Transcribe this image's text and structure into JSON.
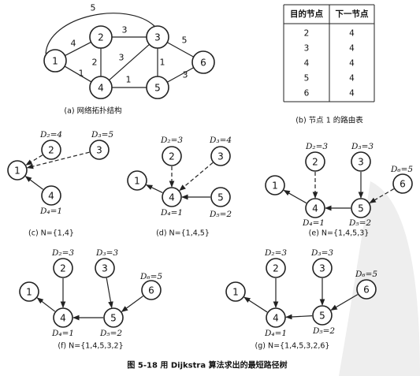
{
  "figure_caption": "图 5-18  用 Dijkstra 算法求出的最短路径树",
  "colors": {
    "ink": "#111111",
    "background": "#ffffff"
  },
  "panel_a": {
    "caption": "(a) 网络拓扑结构",
    "nodes": [
      "1",
      "2",
      "3",
      "4",
      "5",
      "6"
    ],
    "edges": [
      {
        "from": "1",
        "to": "2",
        "weight": "4"
      },
      {
        "from": "1",
        "to": "4",
        "weight": "1"
      },
      {
        "from": "1",
        "to": "3",
        "weight": "5"
      },
      {
        "from": "2",
        "to": "3",
        "weight": "3"
      },
      {
        "from": "2",
        "to": "4",
        "weight": "2"
      },
      {
        "from": "4",
        "to": "3",
        "weight": "3"
      },
      {
        "from": "4",
        "to": "5",
        "weight": "1"
      },
      {
        "from": "3",
        "to": "5",
        "weight": "1"
      },
      {
        "from": "3",
        "to": "6",
        "weight": "5"
      },
      {
        "from": "5",
        "to": "6",
        "weight": "3"
      }
    ]
  },
  "panel_b": {
    "caption": "(b) 节点 1 的路由表",
    "headers": [
      "目的节点",
      "下一节点"
    ],
    "rows": [
      [
        "2",
        "4"
      ],
      [
        "3",
        "4"
      ],
      [
        "4",
        "4"
      ],
      [
        "5",
        "4"
      ],
      [
        "6",
        "4"
      ]
    ]
  },
  "panel_c": {
    "caption": "(c) N={1,4}",
    "nodes": [
      "1",
      "2",
      "3",
      "4"
    ],
    "distances": {
      "2": "D₂=4",
      "3": "D₃=5",
      "4": "D₄=1"
    },
    "edges": [
      {
        "from": "2",
        "to": "1",
        "style": "dashed"
      },
      {
        "from": "3",
        "to": "1",
        "style": "dashed"
      },
      {
        "from": "4",
        "to": "1",
        "style": "solid"
      }
    ]
  },
  "panel_d": {
    "caption": "(d) N={1,4,5}",
    "nodes": [
      "1",
      "2",
      "3",
      "4",
      "5"
    ],
    "distances": {
      "2": "D₂=3",
      "3": "D₃=4",
      "4": "D₄=1",
      "5": "D₅=2"
    },
    "edges": [
      {
        "from": "4",
        "to": "1",
        "style": "solid"
      },
      {
        "from": "2",
        "to": "4",
        "style": "dashed"
      },
      {
        "from": "3",
        "to": "4",
        "style": "dashed"
      },
      {
        "from": "5",
        "to": "4",
        "style": "solid"
      }
    ]
  },
  "panel_e": {
    "caption": "(e) N={1,4,5,3}",
    "nodes": [
      "1",
      "2",
      "3",
      "4",
      "5",
      "6"
    ],
    "distances": {
      "2": "D₂=3",
      "3": "D₃=3",
      "4": "D₄=1",
      "5": "D₅=2",
      "6": "D₆=5"
    },
    "edges": [
      {
        "from": "4",
        "to": "1",
        "style": "solid"
      },
      {
        "from": "2",
        "to": "4",
        "style": "dashed"
      },
      {
        "from": "5",
        "to": "4",
        "style": "solid"
      },
      {
        "from": "3",
        "to": "5",
        "style": "solid"
      },
      {
        "from": "6",
        "to": "5",
        "style": "dashed"
      }
    ]
  },
  "panel_f": {
    "caption": "(f) N={1,4,5,3,2}",
    "nodes": [
      "1",
      "2",
      "3",
      "4",
      "5",
      "6"
    ],
    "distances": {
      "2": "D₂=3",
      "3": "D₃=3",
      "4": "D₄=1",
      "5": "D₅=2",
      "6": "D₆=5"
    },
    "edges": [
      {
        "from": "4",
        "to": "1",
        "style": "solid"
      },
      {
        "from": "2",
        "to": "4",
        "style": "solid"
      },
      {
        "from": "5",
        "to": "4",
        "style": "solid"
      },
      {
        "from": "3",
        "to": "5",
        "style": "solid"
      },
      {
        "from": "6",
        "to": "5",
        "style": "solid"
      }
    ]
  },
  "panel_g": {
    "caption": "(g) N={1,4,5,3,2,6}",
    "nodes": [
      "1",
      "2",
      "3",
      "4",
      "5",
      "6"
    ],
    "distances": {
      "2": "D₂=3",
      "3": "D₃=3",
      "4": "D₄=1",
      "5": "D₅=2",
      "6": "D₆=5"
    },
    "edges": [
      {
        "from": "4",
        "to": "1",
        "style": "solid"
      },
      {
        "from": "2",
        "to": "4",
        "style": "solid"
      },
      {
        "from": "5",
        "to": "4",
        "style": "solid"
      },
      {
        "from": "3",
        "to": "5",
        "style": "solid"
      },
      {
        "from": "6",
        "to": "5",
        "style": "solid"
      }
    ]
  }
}
